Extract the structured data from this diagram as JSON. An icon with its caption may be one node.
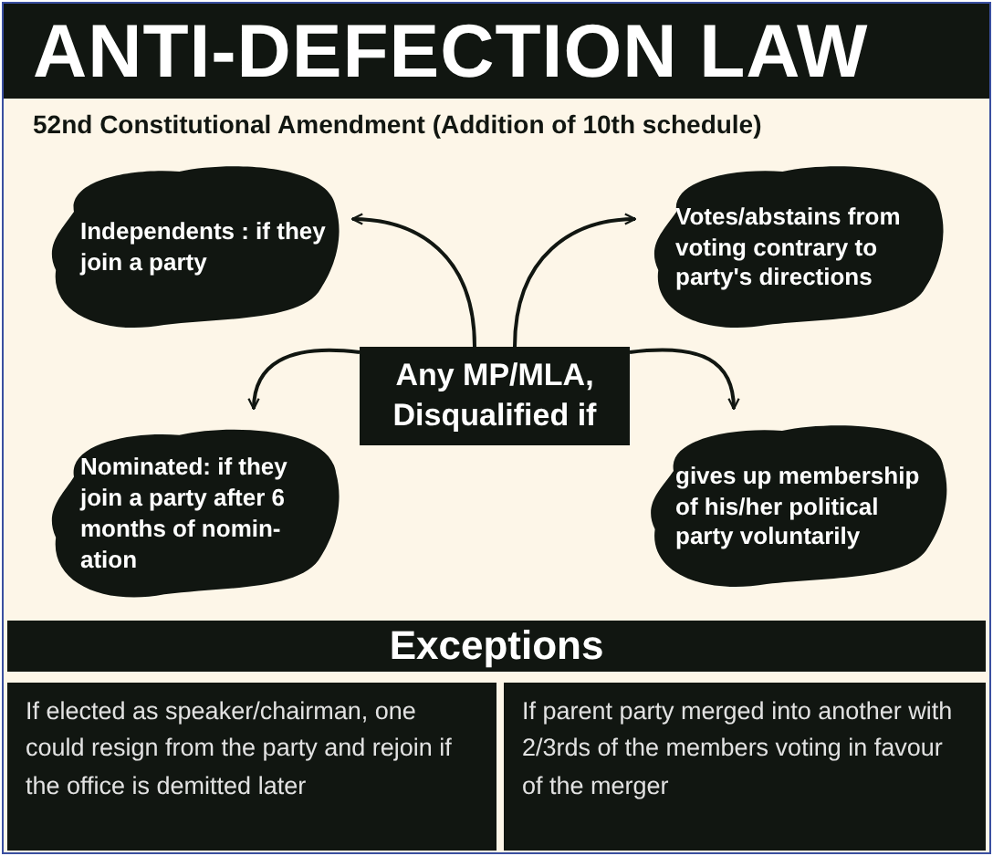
{
  "diagram": {
    "title": "ANTI-DEFECTION LAW",
    "nodes": [
      {
        "text": [
          "Independents : if they join a party"
        ]
      },
      {
        "text": [
          "Votes/abstains from voting contrary to party's directions"
        ]
      },
      {
        "text": [
          "Any MP/MLA, Disqualified if"
        ]
      },
      {
        "text": [
          "Nominated: if they join a party after 6 months of nomin-ation"
        ]
      },
      {
        "text": [
          "gives up membership of his/her political party voluntarily"
        ]
      },
      {
        "text": [
          "Exceptions"
        ]
      },
      {
        "text": [
          "If elected as speaker/chairman, one could resign from the party and rejoin if the office is demitted later"
        ]
      },
      {
        "text": [
          "If parent party merged into another with 2/3rds of the members voting in favour of the merger"
        ]
      }
    ],
    "edges": [
      {
        "from": 2,
        "to": 0,
        "arrow": "to"
      },
      {
        "from": 2,
        "to": 1,
        "arrow": "to"
      },
      {
        "from": 2,
        "to": 3,
        "arrow": "to"
      },
      {
        "from": 2,
        "to": 4,
        "arrow": "to"
      }
    ],
    "labels": [
      "52nd Constitutional Amendment (Addition of 10th schedule)"
    ]
  }
}
